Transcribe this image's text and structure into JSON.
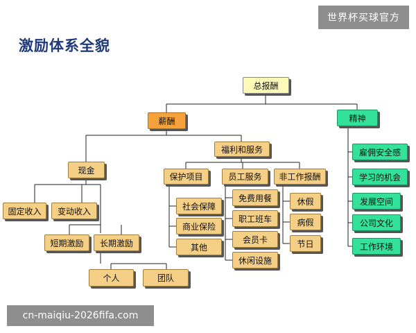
{
  "title": "激励体系全貌",
  "watermark_top": "世界杯买球官方",
  "watermark_bottom": "cn-maiqiu-2026fifa.com",
  "colors": {
    "root": "#fdfab8",
    "salary": "#f5a23c",
    "branch": "#f6cf86",
    "spirit": "#33e19a",
    "title": "#1f3a78"
  },
  "nodes": {
    "root": "总报酬",
    "salary": "薪酬",
    "spirit": "精神",
    "welfare": "福利和服务",
    "cash": "现金",
    "fixed_income": "固定收入",
    "variable_income": "变动收入",
    "short_term": "短期激励",
    "long_term": "长期激励",
    "individual": "个人",
    "team": "团队",
    "protection": "保护项目",
    "employee_service": "员工服务",
    "non_work_pay": "非工作报酬",
    "social_security": "社会保障",
    "commercial_insurance": "商业保险",
    "other": "其他",
    "free_meal": "免费用餐",
    "shuttle_bus": "职工班车",
    "member_card": "会员卡",
    "leisure": "休闲设施",
    "vacation": "休假",
    "sick_leave": "病假",
    "holiday": "节日",
    "employment_security": "雇佣安全感",
    "learning_opportunity": "学习的机会",
    "development_space": "发展空间",
    "company_culture": "公司文化",
    "work_environment": "工作环境"
  }
}
